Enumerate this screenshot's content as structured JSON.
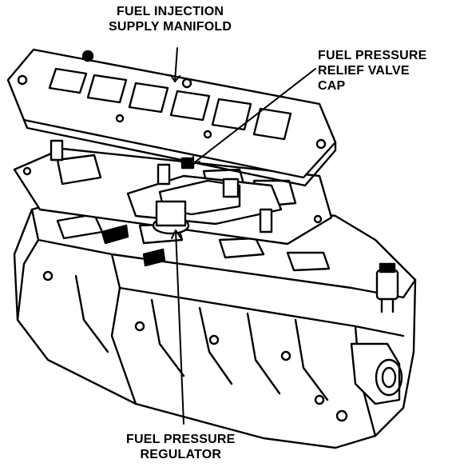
{
  "labels": {
    "supply_manifold": {
      "line1": "FUEL INJECTION",
      "line2": "SUPPLY MANIFOLD"
    },
    "relief_valve": {
      "line1": "FUEL PRESSURE",
      "line2": "RELIEF VALVE",
      "line3": "CAP"
    },
    "regulator": {
      "line1": "FUEL PRESSURE",
      "line2": "REGULATOR"
    }
  },
  "colors": {
    "ink": "#000000",
    "paper": "#ffffff"
  }
}
